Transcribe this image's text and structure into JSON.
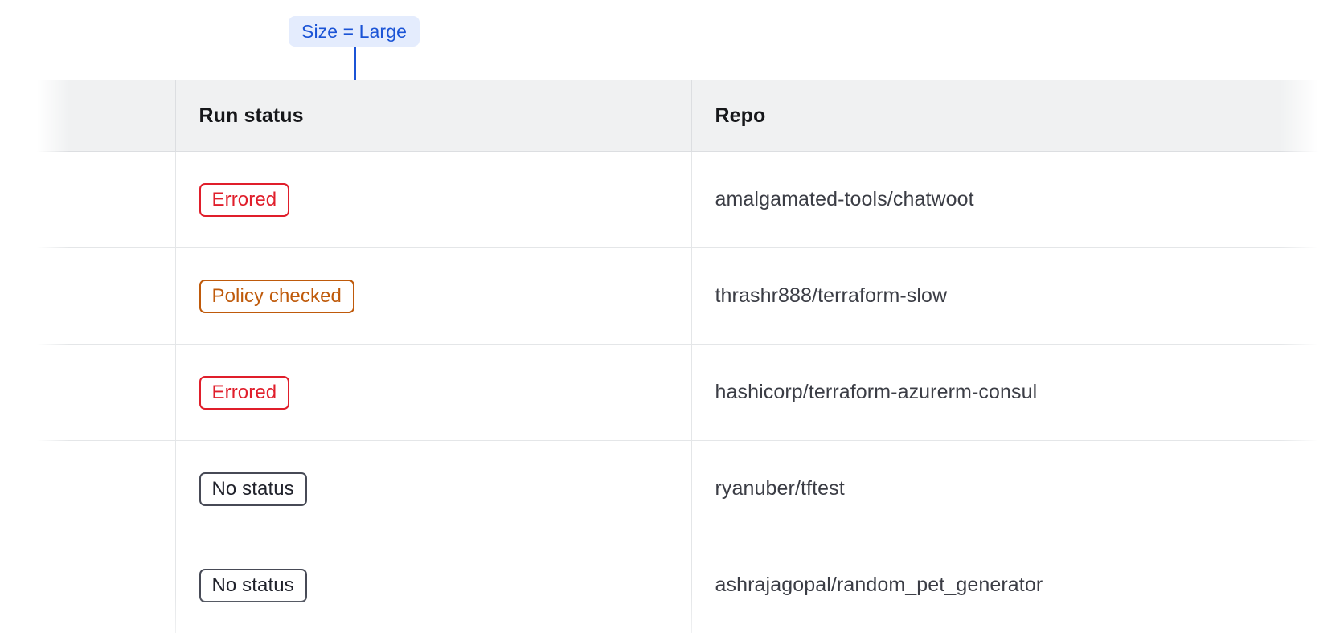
{
  "annotation": {
    "label": "Size = Large",
    "accent_color": "#1b54d6",
    "background_color": "#e4ecfd"
  },
  "table": {
    "columns": [
      {
        "key": "select",
        "label": ""
      },
      {
        "key": "run_status",
        "label": "Run status"
      },
      {
        "key": "repo",
        "label": "Repo"
      },
      {
        "key": "tail",
        "label": ""
      }
    ],
    "rows": [
      {
        "run_status": "Errored",
        "status_variant": "errored",
        "repo": "amalgamated-tools/chatwoot"
      },
      {
        "run_status": "Policy checked",
        "status_variant": "policy-checked",
        "repo": "thrashr888/terraform-slow"
      },
      {
        "run_status": "Errored",
        "status_variant": "errored",
        "repo": "hashicorp/terraform-azurerm-consul"
      },
      {
        "run_status": "No status",
        "status_variant": "no-status",
        "repo": "ryanuber/tftest"
      },
      {
        "run_status": "No status",
        "status_variant": "no-status",
        "repo": "ashrajagopal/random_pet_generator"
      }
    ],
    "status_colors": {
      "errored": "#e01e2b",
      "policy-checked": "#bf5a0b",
      "no-status": "#474a56"
    },
    "header_background": "#f0f1f2",
    "border_color": "#dcdee1"
  }
}
